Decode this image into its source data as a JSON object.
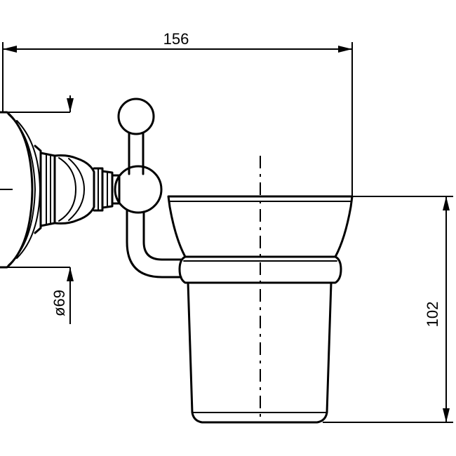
{
  "drawing": {
    "dimensions": {
      "overall_width": "156",
      "height": "102",
      "flange_diameter": "ø69"
    }
  }
}
